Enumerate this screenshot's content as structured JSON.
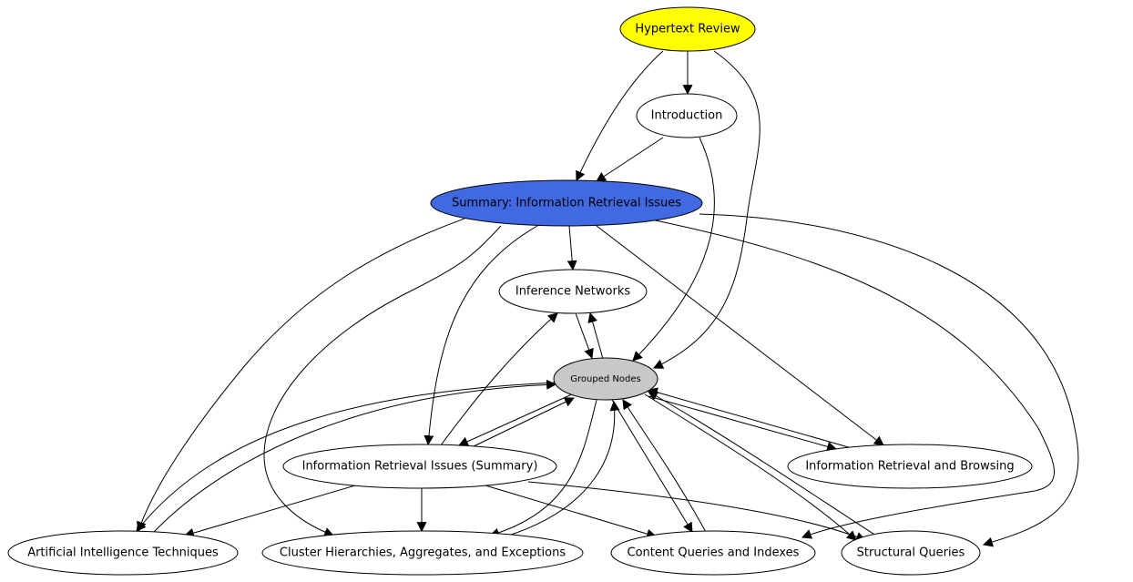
{
  "colors": {
    "root_fill": "#ffff00",
    "summary_fill": "#4169e1",
    "group_fill": "#c8c8c8",
    "default_fill": "#ffffff",
    "stroke": "#000000"
  },
  "nodes": {
    "hypertext_review": {
      "label": "Hypertext Review"
    },
    "introduction": {
      "label": "Introduction"
    },
    "summary": {
      "label": "Summary: Information Retrieval Issues"
    },
    "inference_networks": {
      "label": "Inference Networks"
    },
    "grouped_nodes": {
      "label": "Grouped Nodes"
    },
    "ir_issues_summary": {
      "label": "Information Retrieval Issues (Summary)"
    },
    "ir_browsing": {
      "label": "Information Retrieval and Browsing"
    },
    "ai_techniques": {
      "label": "Artificial Intelligence Techniques"
    },
    "cluster_hierarchies": {
      "label": "Cluster Hierarchies, Aggregates, and Exceptions"
    },
    "content_queries": {
      "label": "Content Queries and Indexes"
    },
    "structural_queries": {
      "label": "Structural Queries"
    }
  }
}
